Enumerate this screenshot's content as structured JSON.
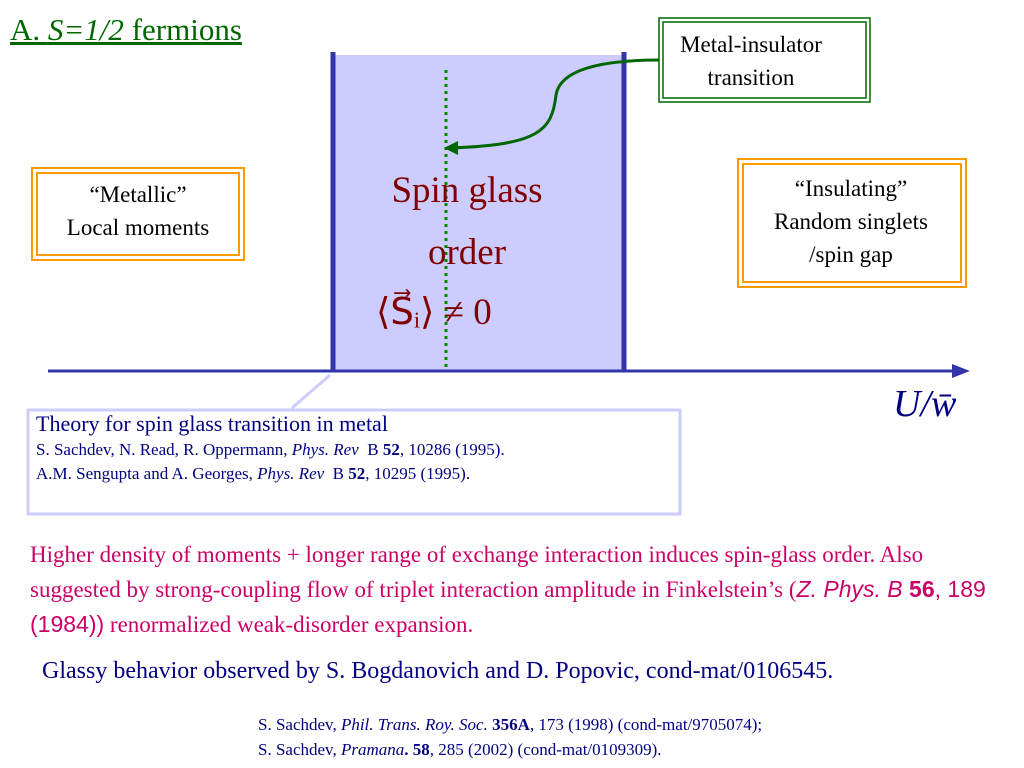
{
  "title": {
    "prefix": "A. ",
    "italic": "S=1/2",
    "suffix": " fermions"
  },
  "metal_insulator_box": {
    "line1": "Metal-insulator",
    "line2": "transition"
  },
  "metallic_box": {
    "line1": "“Metallic”",
    "line2": "Local moments"
  },
  "insulating_box": {
    "line1": "“Insulating”",
    "line2": "Random singlets",
    "line3": "/spin gap"
  },
  "spin_glass": {
    "line1": "Spin glass",
    "line2": "order",
    "formula": "⟨S⃗ᵢ⟩ ≠ 0"
  },
  "axis_label": "U/w̄",
  "theory_box": {
    "heading": "Theory for spin glass transition in metal",
    "ref1": {
      "authors": "S. Sachdev, N. Read, R. Oppermann, ",
      "journal": "Phys. Rev",
      "series": "  B ",
      "volume": "52",
      "rest": ", 10286 (1995)."
    },
    "ref2": {
      "authors": "A.M. Sengupta and A. Georges, ",
      "journal": "Phys. Rev",
      "series": "  B ",
      "volume": "52",
      "rest": ", 10295 (1995)."
    }
  },
  "paragraph": {
    "text1": "Higher density of moments + longer range of exchange interaction induces spin-glass order. Also suggested by strong-coupling flow of triplet interaction amplitude in Finkelstein’s (",
    "journal": "Z. Phys. B",
    "volume": " 56",
    "rest": ", 189 (1984))",
    "text2": " renormalized weak-disorder expansion."
  },
  "glassy_line": "Glassy behavior observed by S. Bogdanovich and D. Popovic, cond-mat/0106545.",
  "refs": {
    "ref1": {
      "authors": "S. Sachdev, ",
      "journal": "Phil. Trans. Roy. Soc.",
      "volume": " 356A",
      "rest": ", 173 (1998) (cond-mat/9705074);"
    },
    "ref2": {
      "authors": "S. Sachdev, ",
      "journal": "Pramana",
      "volume": ". 58",
      "rest": ", 285 (2002) (cond-mat/0109309)."
    }
  },
  "colors": {
    "title": "#006600",
    "axis": "#3333aa",
    "spin_glass_fill": "#ccccff",
    "spin_glass_text": "#800000",
    "box_orange": "#ff9900",
    "box_green": "#006600",
    "arrow_green": "#006600",
    "dotted_line": "#008800",
    "text_navy": "#000080",
    "paragraph": "#cc0066"
  }
}
